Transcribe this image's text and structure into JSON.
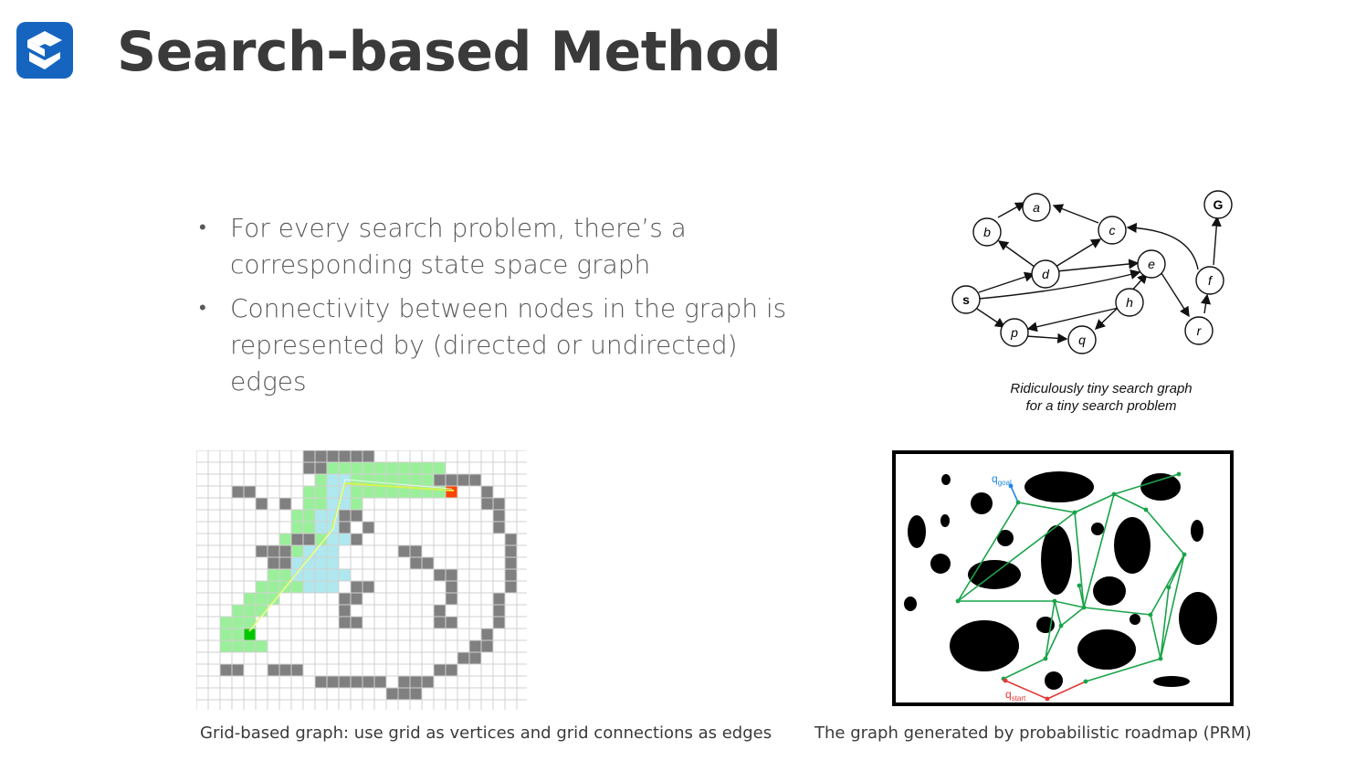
{
  "title": "Search-based Method",
  "logo": {
    "icon": "s-logo-icon",
    "color": "#1565c0"
  },
  "bullets": [
    "For every search problem, there’s a corresponding state space graph",
    "Connectivity between nodes in the graph is represented by (directed or undirected) edges"
  ],
  "search_graph": {
    "caption_line1": "Ridiculously tiny search graph",
    "caption_line2": "for a tiny search problem",
    "nodes": [
      {
        "id": "a",
        "label": "a"
      },
      {
        "id": "b",
        "label": "b"
      },
      {
        "id": "c",
        "label": "c"
      },
      {
        "id": "G",
        "label": "G"
      },
      {
        "id": "d",
        "label": "d"
      },
      {
        "id": "e",
        "label": "e"
      },
      {
        "id": "f",
        "label": "f"
      },
      {
        "id": "s",
        "label": "s"
      },
      {
        "id": "h",
        "label": "h"
      },
      {
        "id": "p",
        "label": "p"
      },
      {
        "id": "q",
        "label": "q"
      },
      {
        "id": "r",
        "label": "r"
      }
    ]
  },
  "grid_caption": "Grid-based graph: use grid as vertices and grid connections as edges",
  "prm": {
    "caption": "The graph generated by probabilistic roadmap (PRM)",
    "goal_label": "q",
    "goal_sub": "goal",
    "start_label": "q",
    "start_sub": "start",
    "edge_color": "#1aa34a",
    "start_color": "#e53935",
    "goal_color": "#1e88e5"
  }
}
